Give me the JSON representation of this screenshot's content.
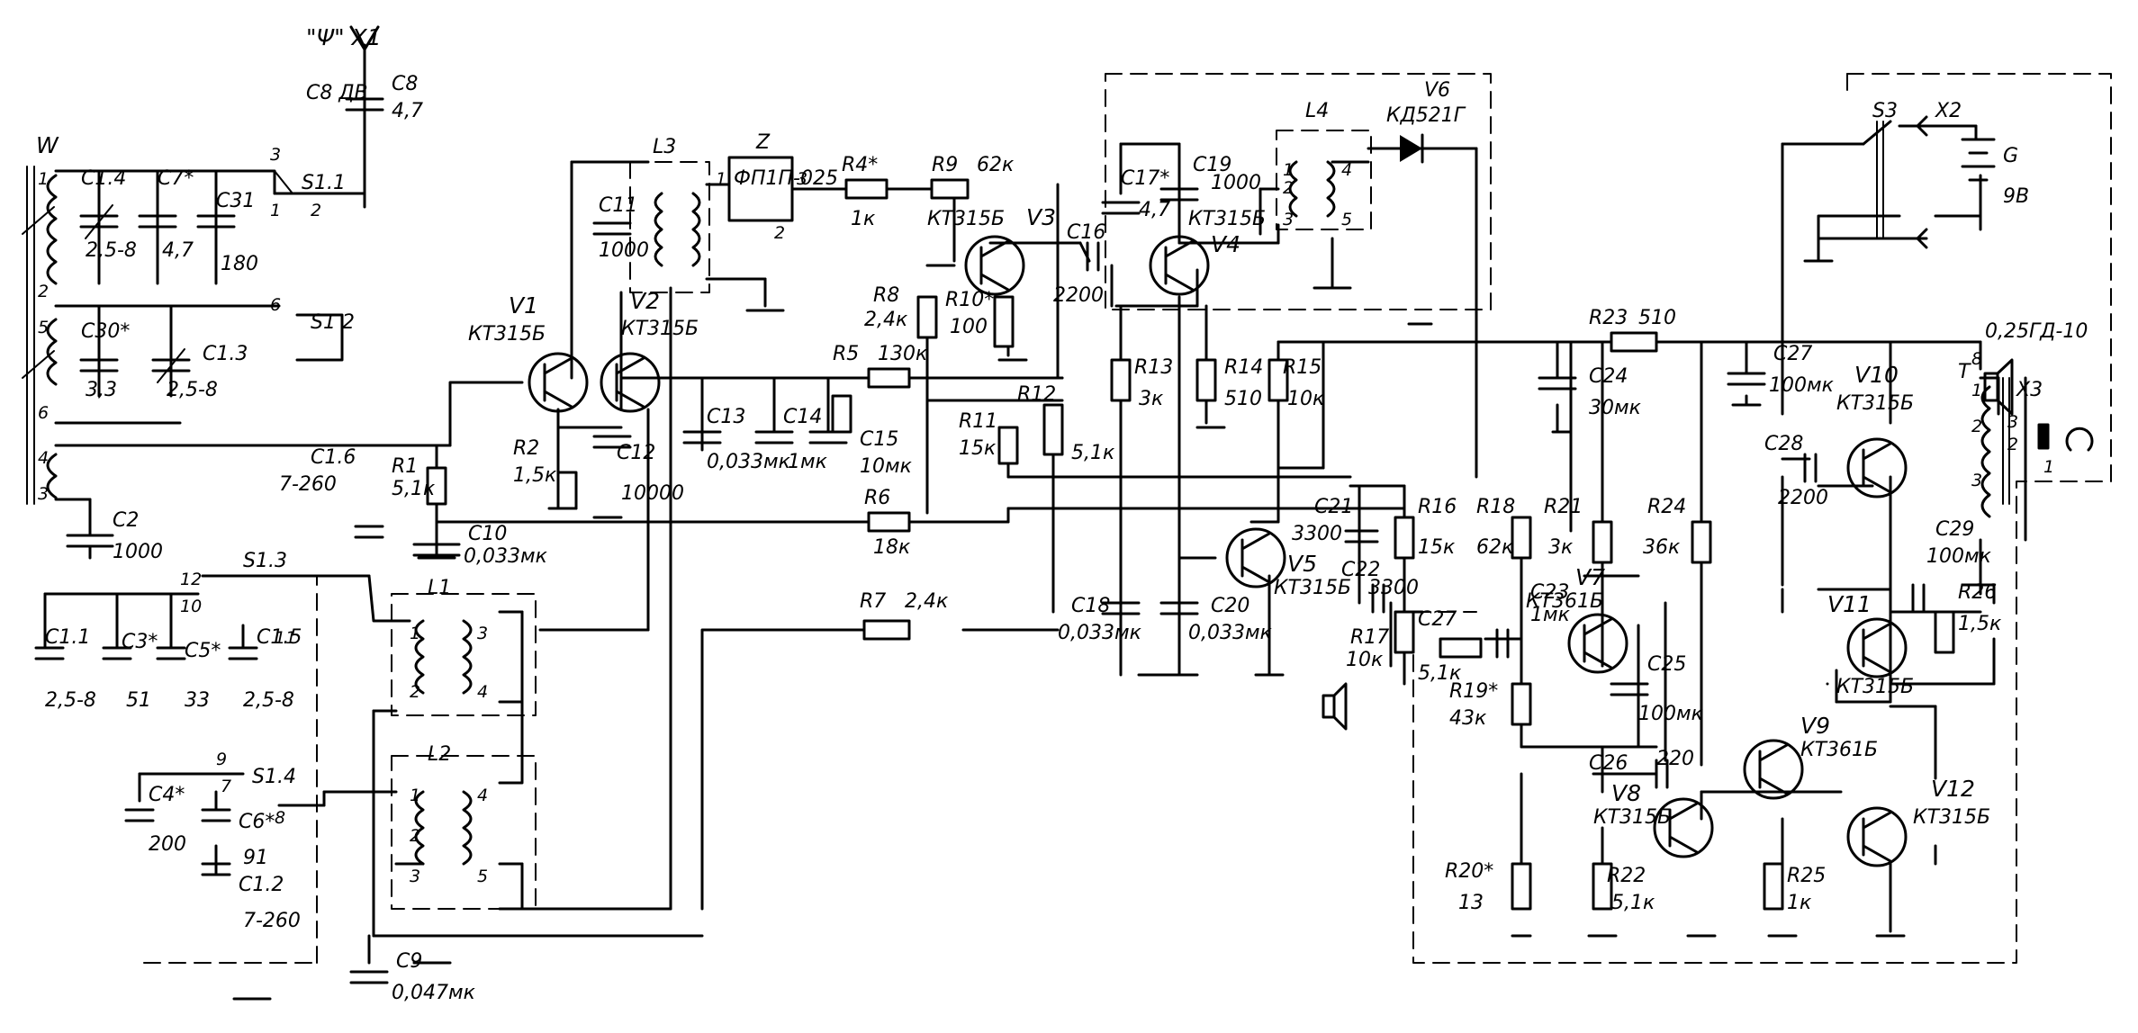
{
  "diagram": {
    "components": [
      {
        "ref": "X1",
        "label": "\"Ψ\" X1"
      },
      {
        "ref": "C8",
        "label": "C8",
        "value": "4,7",
        "band_sw": "С8 ДВ"
      },
      {
        "ref": "W",
        "label": "W"
      },
      {
        "ref": "C1.4",
        "label": "C1.4",
        "value": "2,5-8"
      },
      {
        "ref": "C7",
        "label": "C7*",
        "value": "4,7"
      },
      {
        "ref": "C31",
        "label": "C31",
        "value": "180"
      },
      {
        "ref": "S1.1",
        "label": "S1.1"
      },
      {
        "ref": "S1.2",
        "label": "S1 2"
      },
      {
        "ref": "C30",
        "label": "C30*",
        "value": "3,3"
      },
      {
        "ref": "C1.3",
        "label": "C1.3",
        "value": "2,5-8"
      },
      {
        "ref": "C2",
        "label": "C2",
        "value": "1000"
      },
      {
        "ref": "C1.6",
        "label": "C1.6",
        "value": "7-260"
      },
      {
        "ref": "S1.3",
        "label": "S1.3"
      },
      {
        "ref": "C1.1",
        "label": "C1.1",
        "value": "2,5-8"
      },
      {
        "ref": "C3",
        "label": "C3*",
        "value": "51"
      },
      {
        "ref": "C5",
        "label": "C5*",
        "value": "33"
      },
      {
        "ref": "C1.5",
        "label": "C1.5",
        "value": "2,5-8"
      },
      {
        "ref": "S1.4",
        "label": "S1.4"
      },
      {
        "ref": "C4",
        "label": "C4*",
        "value": "200"
      },
      {
        "ref": "C6",
        "label": "C6*",
        "value": "91"
      },
      {
        "ref": "C1.2",
        "label": "C1.2",
        "value": "7-260"
      },
      {
        "ref": "R1",
        "label": "R1",
        "value": "5,1к"
      },
      {
        "ref": "C10",
        "label": "C10",
        "value": "0,033мк"
      },
      {
        "ref": "V1",
        "label": "V1",
        "value": "КТ315Б"
      },
      {
        "ref": "V2",
        "label": "V2",
        "value": "КТ315Б"
      },
      {
        "ref": "R2",
        "label": "R2",
        "value": "1,5к"
      },
      {
        "ref": "C12",
        "label": "C12",
        "value": "10000"
      },
      {
        "ref": "L1",
        "label": "L1"
      },
      {
        "ref": "L2",
        "label": "L2"
      },
      {
        "ref": "C9",
        "label": "C9",
        "value": "0,047мк"
      },
      {
        "ref": "L3",
        "label": "L3"
      },
      {
        "ref": "C11",
        "label": "C11",
        "value": "1000"
      },
      {
        "ref": "Z",
        "label": "Z",
        "value": "ФП1П-025"
      },
      {
        "ref": "R4",
        "label": "R4*",
        "value": "1к"
      },
      {
        "ref": "R9",
        "label": "R9",
        "value": "62к"
      },
      {
        "ref": "V3",
        "label": "V3",
        "value": "КТ315Б"
      },
      {
        "ref": "R8",
        "label": "R8",
        "value": "2,4к"
      },
      {
        "ref": "R10",
        "label": "R10*",
        "value": "100"
      },
      {
        "ref": "R5",
        "label": "R5",
        "value": "130к"
      },
      {
        "ref": "C13",
        "label": "C13",
        "value": "0,033мк"
      },
      {
        "ref": "C14",
        "label": "C14",
        "value": "1мк"
      },
      {
        "ref": "C15",
        "label": "C15",
        "value": "10мк"
      },
      {
        "ref": "R11",
        "label": "R11",
        "value": "15к"
      },
      {
        "ref": "R12",
        "label": "R12",
        "value": "5,1к"
      },
      {
        "ref": "R6",
        "label": "R6",
        "value": "18к"
      },
      {
        "ref": "R7",
        "label": "R7",
        "value": "2,4к"
      },
      {
        "ref": "C16",
        "label": "C16",
        "value": "2200"
      },
      {
        "ref": "C17",
        "label": "C17*",
        "value": "4,7"
      },
      {
        "ref": "C19",
        "label": "C19",
        "value": "1000"
      },
      {
        "ref": "V4",
        "label": "V4",
        "value": "КТ315Б"
      },
      {
        "ref": "L4",
        "label": "L4"
      },
      {
        "ref": "V6",
        "label": "V6",
        "value": "КД521Г"
      },
      {
        "ref": "R13",
        "label": "R13",
        "value": "3к"
      },
      {
        "ref": "R14",
        "label": "R14",
        "value": "510"
      },
      {
        "ref": "R15",
        "label": "R15",
        "value": "10к"
      },
      {
        "ref": "C18",
        "label": "C18",
        "value": "0,033мк"
      },
      {
        "ref": "C20",
        "label": "C20",
        "value": "0,033мк"
      },
      {
        "ref": "V5",
        "label": "V5",
        "value": "КТ315Б"
      },
      {
        "ref": "C21",
        "label": "C21",
        "value": "3300"
      },
      {
        "ref": "C22",
        "label": "C22",
        "value": "3300"
      },
      {
        "ref": "R16",
        "label": "R16",
        "value": "15к"
      },
      {
        "ref": "R17",
        "label": "R17",
        "value": "10к"
      },
      {
        "ref": "R23",
        "label": "R23",
        "value": "510"
      },
      {
        "ref": "C24",
        "label": "C24",
        "value": "30мк"
      },
      {
        "ref": "C27",
        "label": "C27",
        "value": "100мк"
      },
      {
        "ref": "C27b",
        "label": "C27",
        "value": "5,1к"
      },
      {
        "ref": "R18",
        "label": "R18",
        "value": "62к"
      },
      {
        "ref": "R21",
        "label": "R21",
        "value": "3к"
      },
      {
        "ref": "R24",
        "label": "R24",
        "value": "36к"
      },
      {
        "ref": "C23",
        "label": "C23",
        "value": "1мк"
      },
      {
        "ref": "V7",
        "label": "V7",
        "value": "КТ361Б"
      },
      {
        "ref": "C25",
        "label": "C25",
        "value": "100мк"
      },
      {
        "ref": "R19",
        "label": "R19*",
        "value": "43к"
      },
      {
        "ref": "C26",
        "label": "C26",
        "value": "220"
      },
      {
        "ref": "V8",
        "label": "V8",
        "value": "КТ315Б"
      },
      {
        "ref": "R20",
        "label": "R20*",
        "value": "13"
      },
      {
        "ref": "R22",
        "label": "R22",
        "value": "5,1к"
      },
      {
        "ref": "V9",
        "label": "V9",
        "value": "КТ361Б"
      },
      {
        "ref": "R25",
        "label": "R25",
        "value": "1к"
      },
      {
        "ref": "V12",
        "label": "V12",
        "value": "КТ315Б"
      },
      {
        "ref": "C28",
        "label": "C28",
        "value": "2200"
      },
      {
        "ref": "V10",
        "label": "V10",
        "value": "КТ315Б"
      },
      {
        "ref": "V11",
        "label": "V11",
        "value": "КТ315Б"
      },
      {
        "ref": "C29",
        "label": "C29",
        "value": "100мк"
      },
      {
        "ref": "R26",
        "label": "R26",
        "value": "1,5к"
      },
      {
        "ref": "T",
        "label": "T"
      },
      {
        "ref": "X3",
        "label": "X3",
        "value": "0,25ГД-10"
      },
      {
        "ref": "S3",
        "label": "S3"
      },
      {
        "ref": "X2",
        "label": "X2"
      },
      {
        "ref": "G",
        "label": "G",
        "value": "9В"
      }
    ],
    "pin_labels": [
      "1",
      "2",
      "3",
      "4",
      "5",
      "6",
      "8",
      "9",
      "10",
      "11",
      "12"
    ],
    "switch_positions": {
      "s11": [
        "3",
        "1",
        "2"
      ],
      "s12": [
        "6"
      ],
      "s13": [
        "12",
        "10",
        "11"
      ],
      "s14": [
        "9",
        "7",
        "8"
      ]
    }
  }
}
